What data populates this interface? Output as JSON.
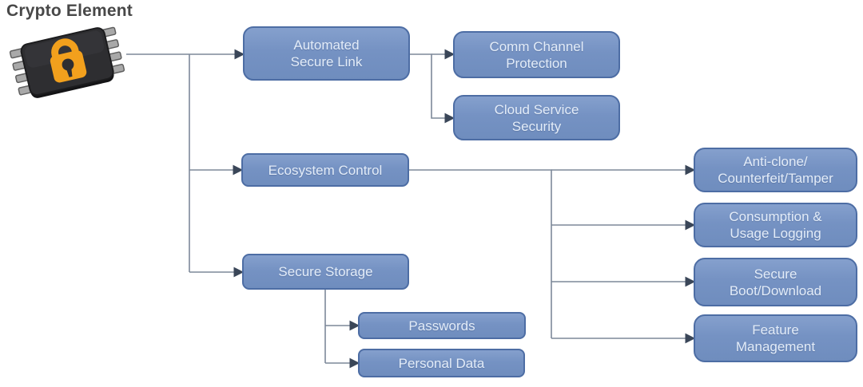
{
  "title": "Crypto Element",
  "colors": {
    "node_fill": "#7b96c4",
    "node_border": "#4d6da4",
    "node_text": "#e3ecf8",
    "connector_line": "#7d8899",
    "arrowhead": "#3a4658",
    "title_text": "#484848",
    "lock_orange": "#F2A01D",
    "chip_body": "#2e2e31"
  },
  "nodes": {
    "automated_secure_link": {
      "line1": "Automated",
      "line2": "Secure Link"
    },
    "comm_channel_protection": {
      "line1": "Comm Channel",
      "line2": "Protection"
    },
    "cloud_service_security": {
      "line1": "Cloud Service",
      "line2": "Security"
    },
    "ecosystem_control": {
      "line1": "Ecosystem Control"
    },
    "anti_clone": {
      "line1": "Anti-clone/",
      "line2": "Counterfeit/Tamper"
    },
    "consumption_usage_logging": {
      "line1": "Consumption &",
      "line2": "Usage Logging"
    },
    "secure_boot_download": {
      "line1": "Secure",
      "line2": "Boot/Download"
    },
    "feature_management": {
      "line1": "Feature",
      "line2": "Management"
    },
    "secure_storage": {
      "line1": "Secure Storage"
    },
    "passwords": {
      "line1": "Passwords"
    },
    "personal_data": {
      "line1": "Personal Data"
    }
  }
}
